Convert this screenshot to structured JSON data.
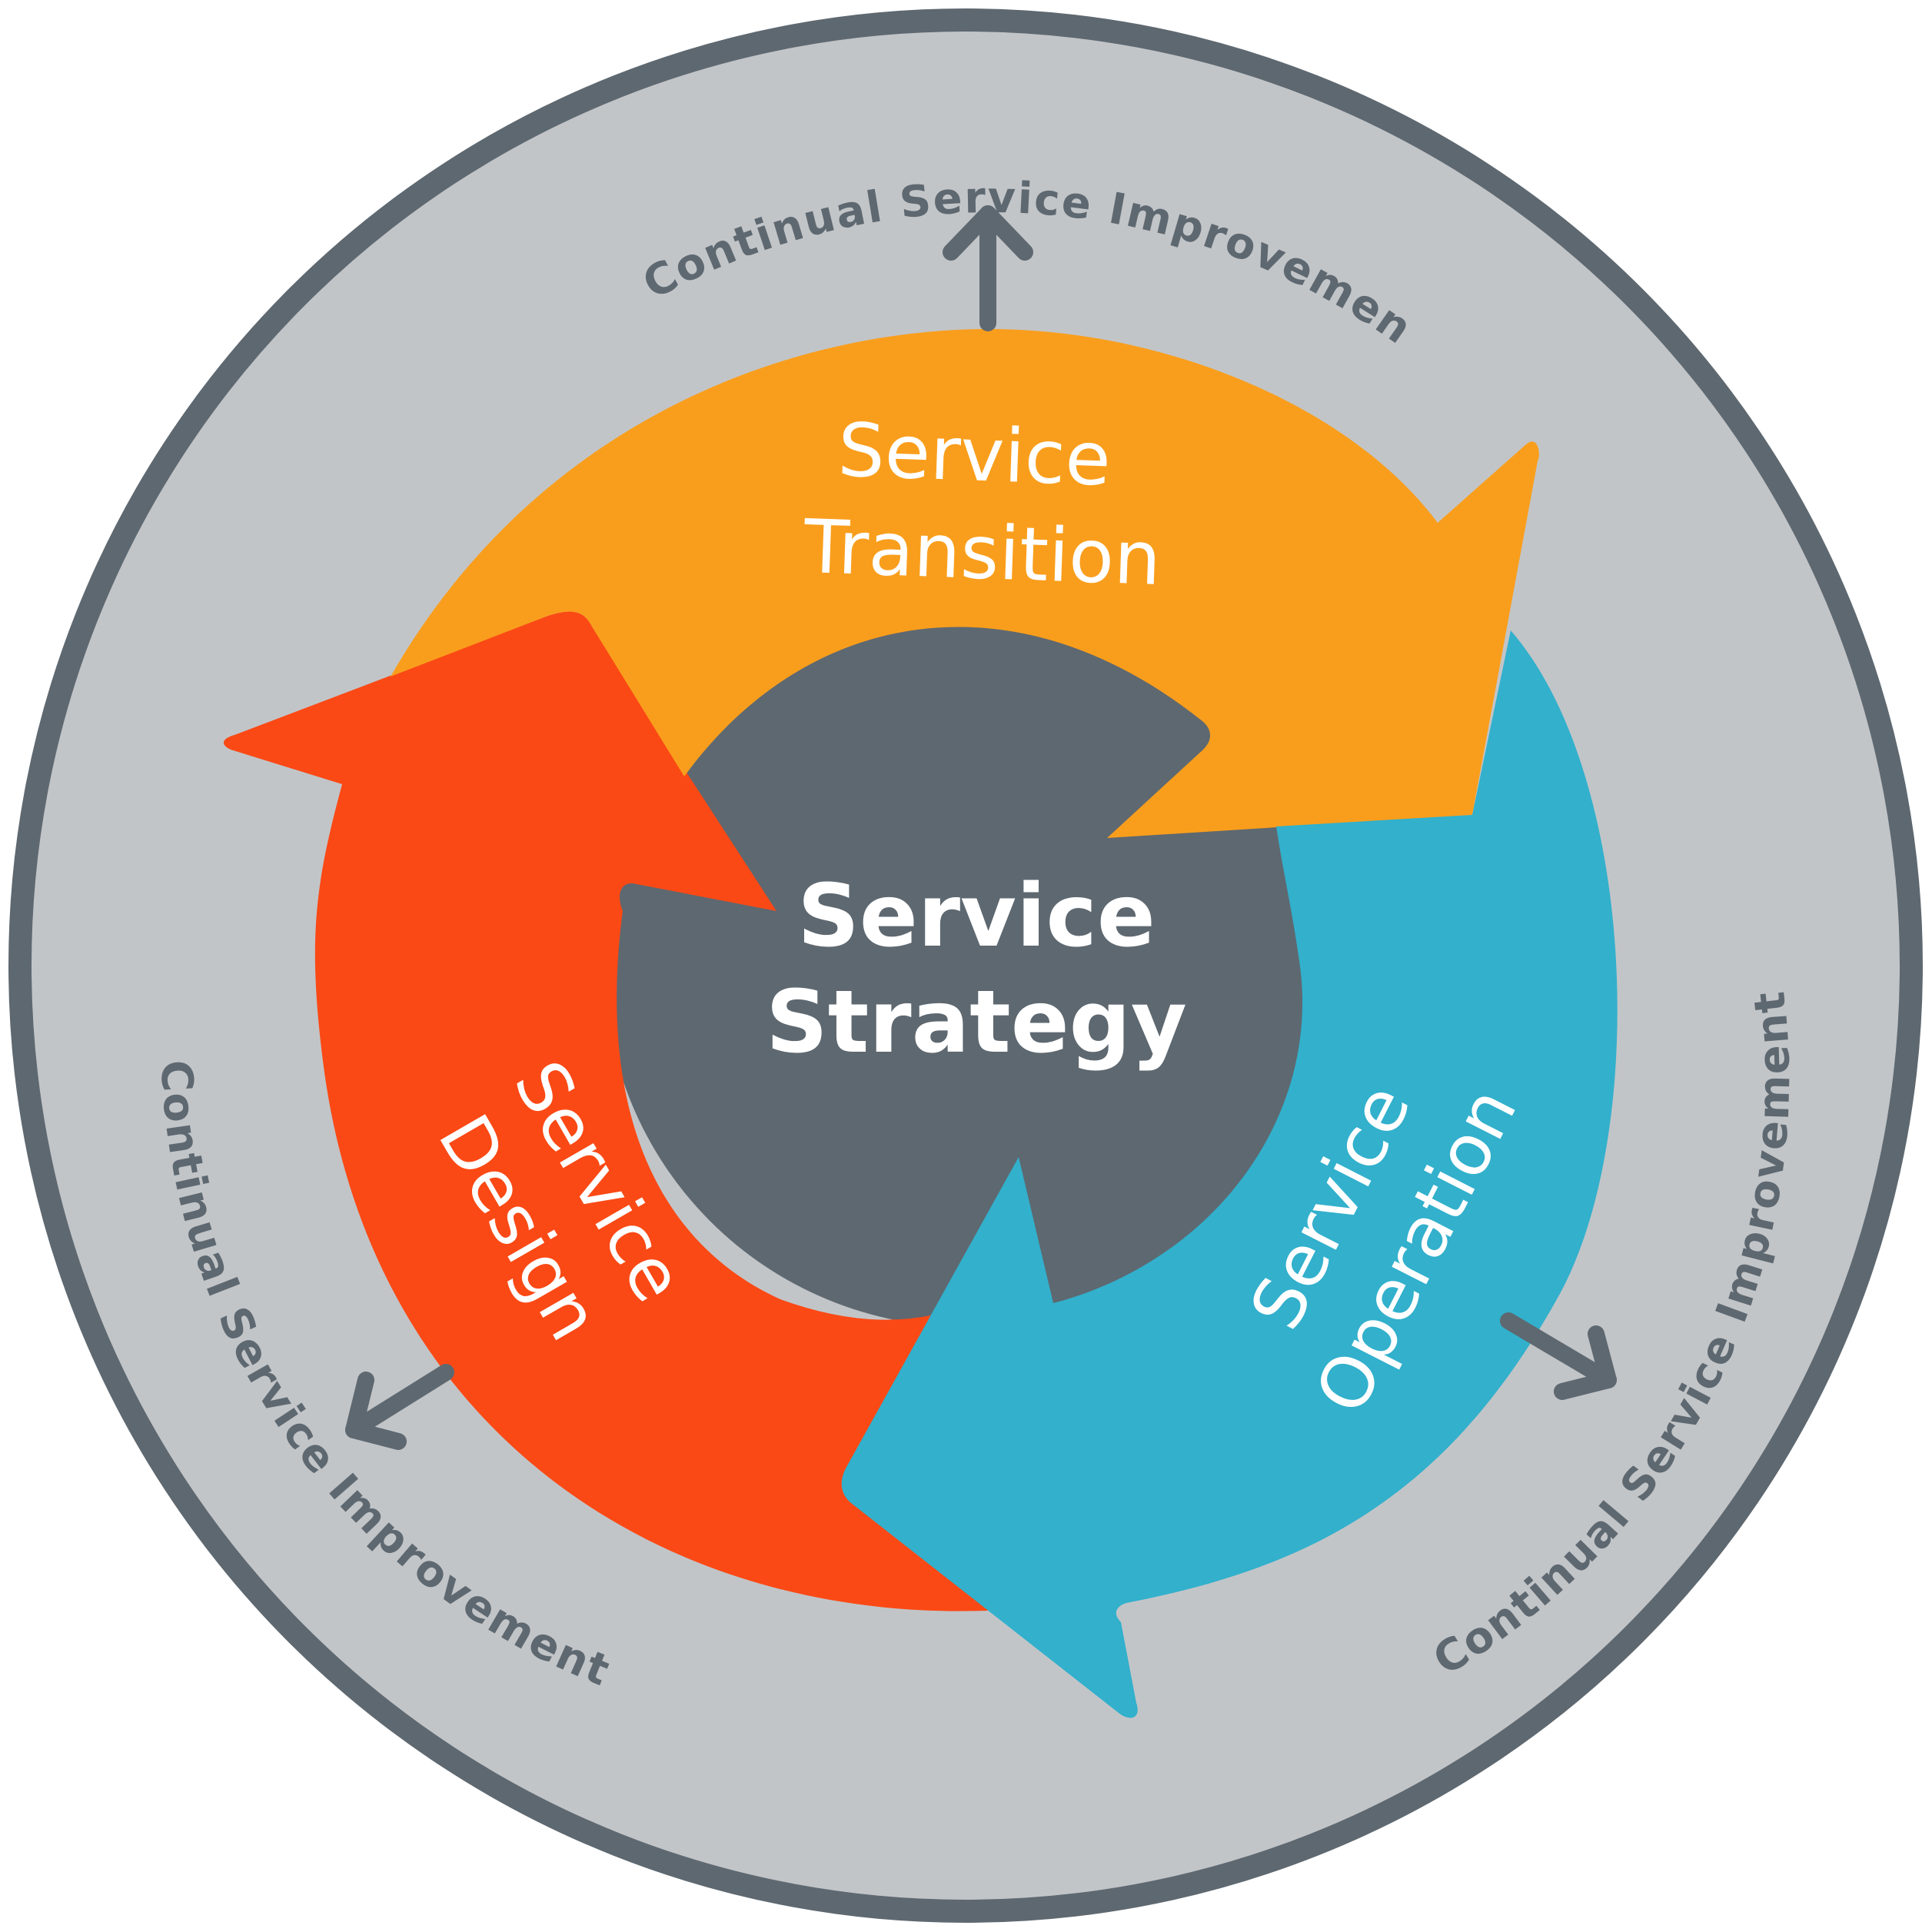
{
  "center": {
    "line1": "Service",
    "line2": "Strategy"
  },
  "stages": {
    "transition": {
      "line1": "Service",
      "line2": "Transition"
    },
    "operation": {
      "line1": "Service",
      "line2": "Operation"
    },
    "design": {
      "line1": "Service",
      "line2": "Design"
    }
  },
  "outer_ring": {
    "top": "Continual Service Improvement",
    "right": "Continual Service Improvement",
    "left": "Continual Service Improvement"
  },
  "colors": {
    "ring_border": "#5e6870",
    "ring_fill": "#c2c5c8",
    "transition": "#f99e1c",
    "operation": "#32b0cc",
    "design": "#fa4915",
    "hub": "#5e6870",
    "text_light": "#ffffff",
    "text_dark": "#5e6870"
  }
}
